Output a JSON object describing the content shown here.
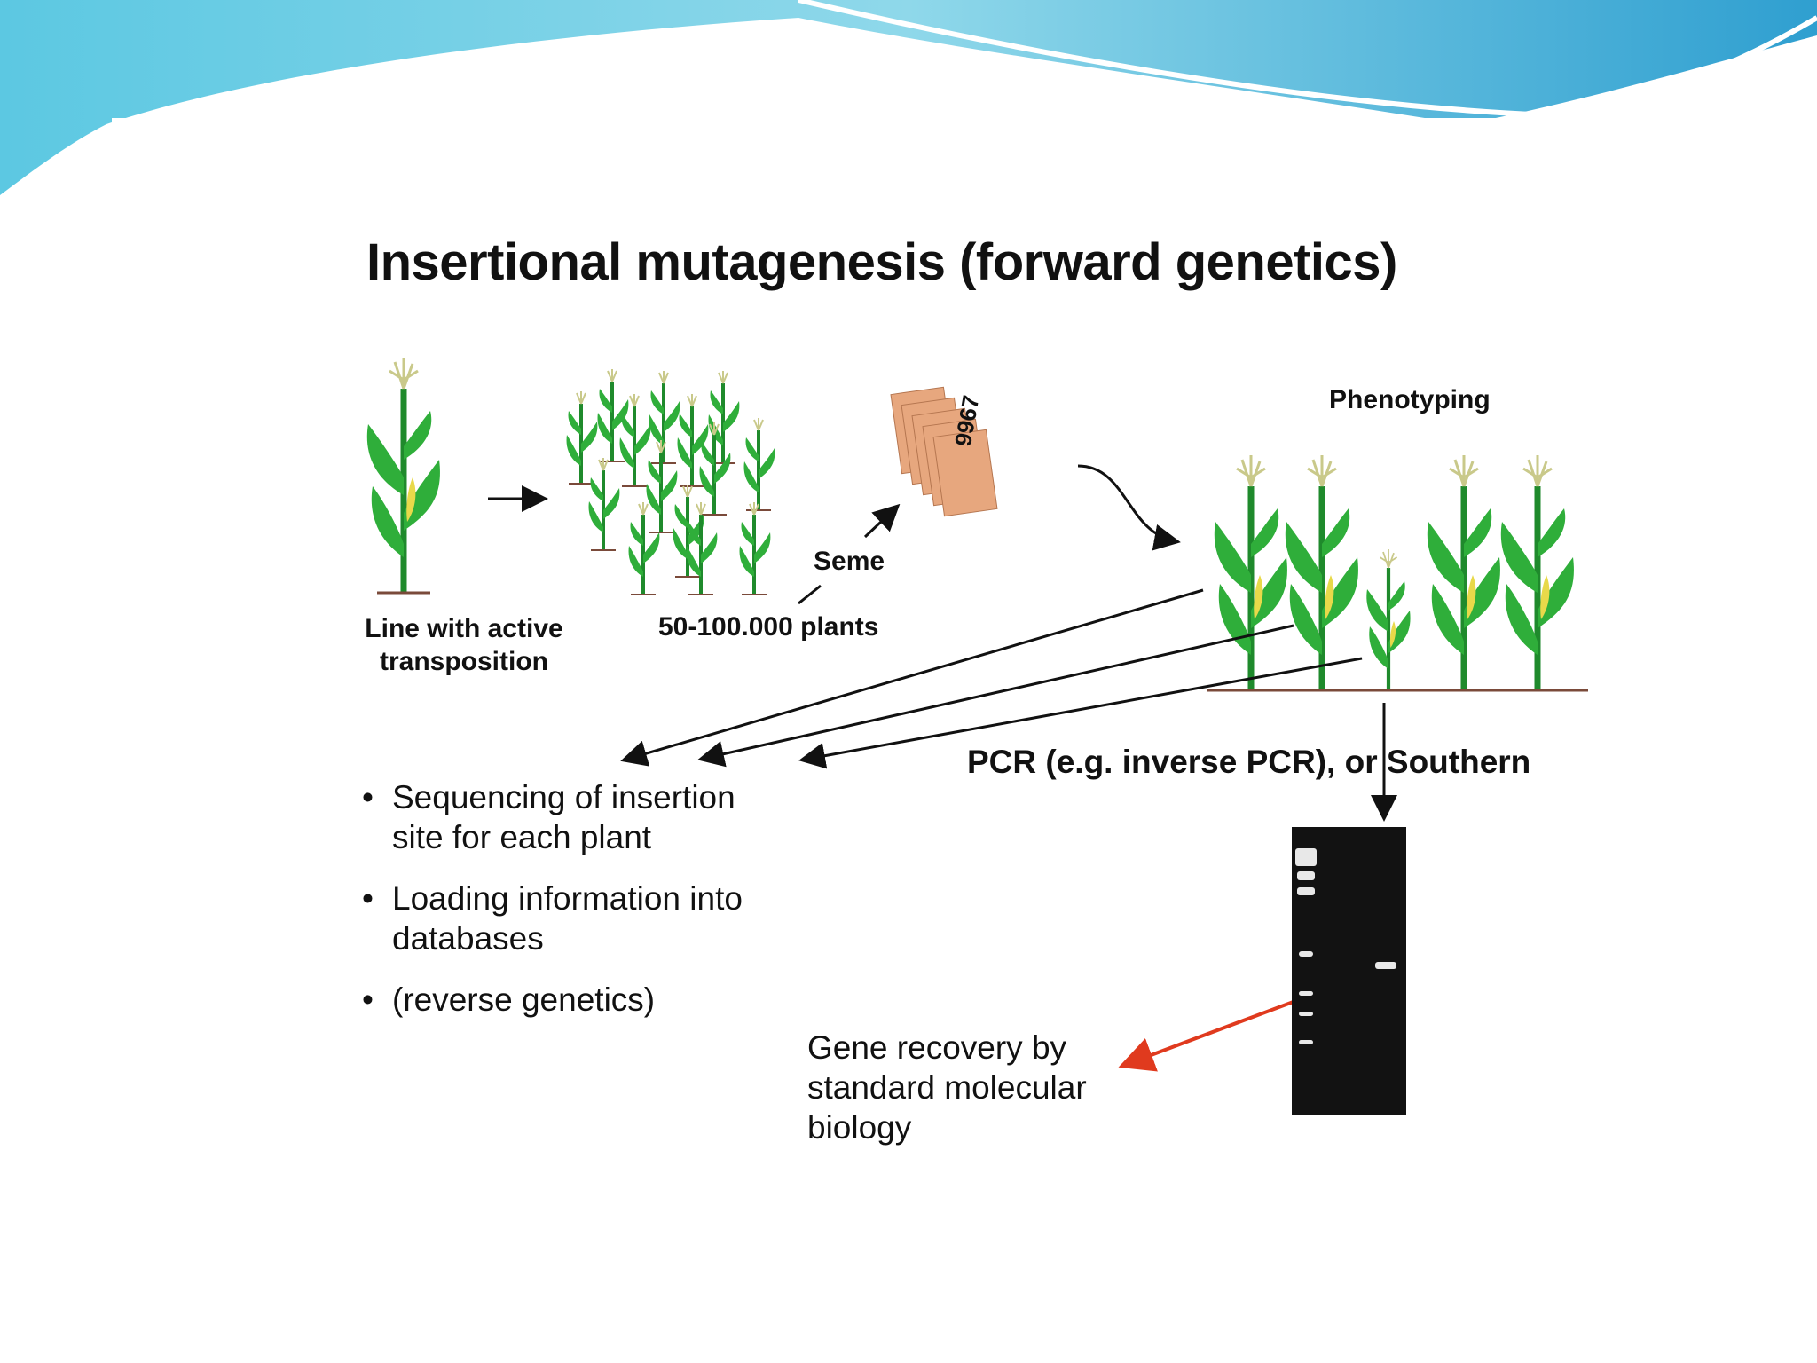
{
  "title": "Insertional mutagenesis (forward genetics)",
  "labels": {
    "line_active_1": "Line with active",
    "line_active_2": "transposition",
    "plants": "50-100.000 plants",
    "seme": "Seme",
    "seed_bag_number": "9967",
    "phenotyping": "Phenotyping",
    "pcr": "PCR (e.g. inverse PCR), or Southern"
  },
  "bullets": [
    {
      "marker": "•",
      "line1": "Sequencing of insertion",
      "line2": "site for each plant"
    },
    {
      "marker": "•",
      "line1": "Loading information into",
      "line2": "databases"
    },
    {
      "marker": "•",
      "line1": "(reverse genetics)",
      "line2": ""
    }
  ],
  "gene_recovery": {
    "line1": "Gene recovery by",
    "line2": "standard molecular",
    "line3": "biology"
  },
  "colors": {
    "plant_green": "#2fae3a",
    "stem_green": "#1f8a2c",
    "tassel": "#e6e6a0",
    "corn_yellow": "#e8d94a",
    "bag": "#e7a77e",
    "red_arrow": "#e03a1e",
    "wave_light": "#7fd6e6",
    "wave_dark": "#3fb2d8"
  }
}
